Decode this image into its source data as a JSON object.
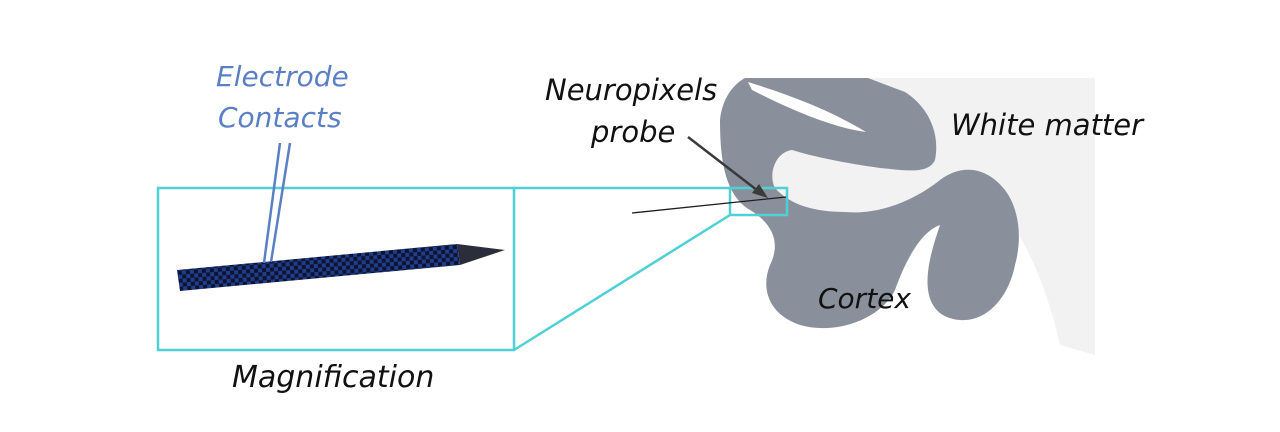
{
  "labels": {
    "electrode_line1": "Electrode",
    "electrode_line2": "Contacts",
    "probe_line1": "Neuropixels",
    "probe_line2": "probe",
    "white_matter": "White matter",
    "cortex": "Cortex",
    "magnification": "Magnification"
  },
  "colors": {
    "background": "#ffffff",
    "cortex": "#8a909b",
    "white_matter": "#f2f2f2",
    "magnify_box": "#4fd0d4",
    "electrode_label": "#5a7fc4",
    "probe_body": "#1f3d8a",
    "probe_check": "#0d1330",
    "probe_tip": "#2b2d3a",
    "text": "#111111"
  }
}
